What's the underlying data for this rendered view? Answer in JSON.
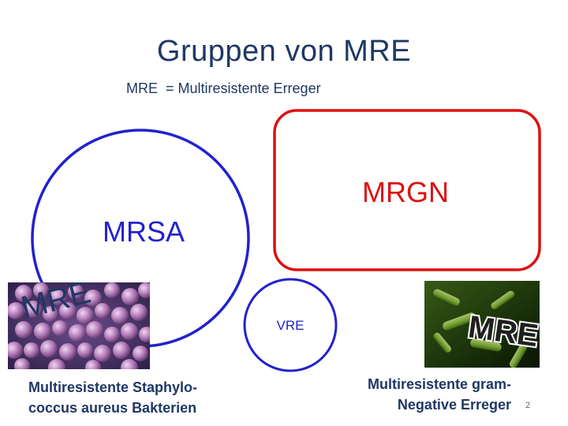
{
  "slide": {
    "title": "Gruppen von MRE",
    "subtitle": "MRE  = Multiresistente Erreger",
    "page_number": "2"
  },
  "diagram": {
    "sets": [
      {
        "label": "MRSA",
        "shape": "circle",
        "color": "#2222cc"
      },
      {
        "label": "MRGN",
        "shape": "rounded-rectangle",
        "color": "#dd1111"
      },
      {
        "label": "VRE",
        "shape": "circle",
        "color": "#2222cc"
      }
    ]
  },
  "images": [
    {
      "name": "staphylococcus-photo",
      "stamp_text": "MRE"
    },
    {
      "name": "gram-negative-photo",
      "stamp_text": "MRE"
    }
  ],
  "captions": {
    "left": [
      "Multiresistente Staphylo-",
      "coccus aureus Bakterien"
    ],
    "right": [
      "Multiresistente gram-",
      "Negative Erreger"
    ]
  },
  "colors": {
    "title": "#1f3864",
    "mrsa_circle": "#2222cc",
    "mrgn_box": "#dd1111",
    "vre_circle": "#2222cc"
  }
}
